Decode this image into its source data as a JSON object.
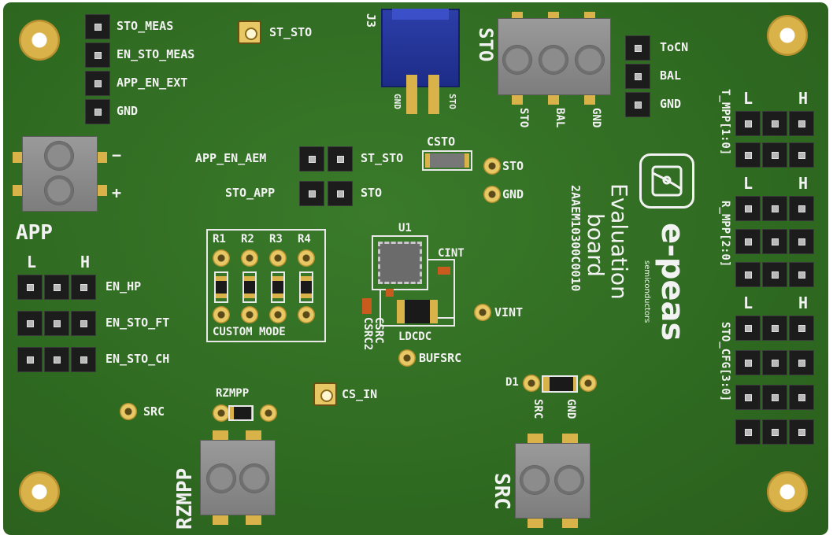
{
  "board": {
    "designator_j3": "J3",
    "sto_header_labels": [
      "STO_MEAS",
      "EN_STO_MEAS",
      "APP_EN_EXT",
      "GND"
    ],
    "st_sto_tp": "ST_STO",
    "j3_pins": [
      "GND",
      "STO"
    ],
    "sto_connector": {
      "title": "STO",
      "pins": [
        "STO",
        "BAL",
        "GND"
      ]
    },
    "bal_header_labels": [
      "ToCN",
      "BAL",
      "GND"
    ],
    "app_connector": {
      "title": "APP",
      "minus": "−",
      "plus": "+"
    },
    "jumper_app_en_aem": {
      "left": "APP_EN_AEM",
      "right": "ST_STO"
    },
    "jumper_sto_app": {
      "left": "STO_APP",
      "right": "STO"
    },
    "csto": "CSTO",
    "tp_sto": "STO",
    "tp_gnd": "GND",
    "resistors": {
      "labels": [
        "R1",
        "R2",
        "R3",
        "R4"
      ],
      "mode_text": "CUSTOM MODE"
    },
    "u1": "U1",
    "cint": "CINT",
    "csrc": "CSRC",
    "csrc2": "CSRC2",
    "ldcdc": "LDCDC",
    "bufsrc": "BUFSRC",
    "vint": "VINT",
    "cs_in": "CS_IN",
    "src_tp": "SRC",
    "rzmpp_label": "RZMPP",
    "rzmpp_connector": "RZMPP",
    "src_connector": {
      "title": "SRC",
      "pins": [
        "SRC",
        "GND"
      ]
    },
    "d1": "D1",
    "left_headers": {
      "l": "L",
      "h": "H",
      "rows": [
        "EN_HP",
        "EN_STO_FT",
        "EN_STO_CH"
      ]
    },
    "right_headers": {
      "l": "L",
      "h": "H",
      "groups": [
        "T_MPP[1:0]",
        "R_MPP[2:0]",
        "STO_CFG[3:0]"
      ]
    },
    "product": {
      "line1": "Evaluation",
      "line2": "board",
      "code": "2AAEM10300C0010"
    },
    "logo": {
      "name": "e-peas",
      "tagline": "semiconductors"
    }
  }
}
